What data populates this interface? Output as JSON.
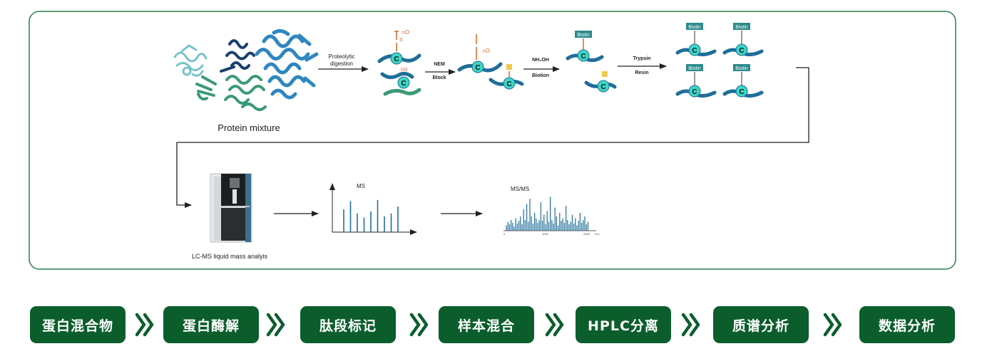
{
  "colors": {
    "frame": "#2e7d4f",
    "button_bg": "#0b5e2c",
    "button_text": "#ffffff",
    "peptide": "#1f6e99",
    "cysteine": "#3dd6c6",
    "nem_label": "#d9682a",
    "biotin_tag": "#2c8a8a",
    "arrow": "#222222",
    "chevron": "#0b5e2c"
  },
  "workflow": {
    "protein_label": "Protein  mixture",
    "digestion_label_1": "Proteolytic",
    "digestion_label_2": "digestion",
    "nem_label_1": "NEM",
    "nem_label_2": "Block",
    "nh2oh_label_1": "NH₂OH",
    "nh2oh_label_2": "Biotion",
    "trypsin_label_1": "Trypsin",
    "trypsin_label_2": "Resin",
    "biotin_tag": "Biotin",
    "cys_letter": "C",
    "hs_label": "HS",
    "lcms_label": "LC-MS liquid mass analyis",
    "ms_label": "MS",
    "msms_label": "MS/MS",
    "msms_ticks": [
      "0",
      "1000",
      "2000",
      "m/z"
    ]
  },
  "steps": [
    "蛋白混合物",
    "蛋白酶解",
    "肽段标记",
    "样本混合",
    "HPLC分离",
    "质谱分析",
    "数据分析"
  ],
  "ms_spectrum": {
    "bar_heights_rel": [
      0.55,
      0.75,
      0.45,
      0.35,
      0.5,
      0.78,
      0.38,
      0.45,
      0.62
    ]
  },
  "msms_spectrum": {
    "bar_heights_rel": [
      0.15,
      0.25,
      0.18,
      0.3,
      0.22,
      0.12,
      0.35,
      0.2,
      0.28,
      0.4,
      0.18,
      0.6,
      0.3,
      0.75,
      0.25,
      0.9,
      0.4,
      0.2,
      0.5,
      0.35,
      0.22,
      0.3,
      0.8,
      0.28,
      0.45,
      0.18,
      0.55,
      0.25,
      0.95,
      0.3,
      0.2,
      0.65,
      0.4,
      0.15,
      0.5,
      0.28,
      0.35,
      0.22,
      0.7,
      0.3,
      0.18,
      0.25,
      0.45,
      0.2,
      0.35,
      0.15,
      0.28,
      0.5,
      0.22,
      0.3,
      0.4,
      0.18,
      0.25
    ]
  }
}
